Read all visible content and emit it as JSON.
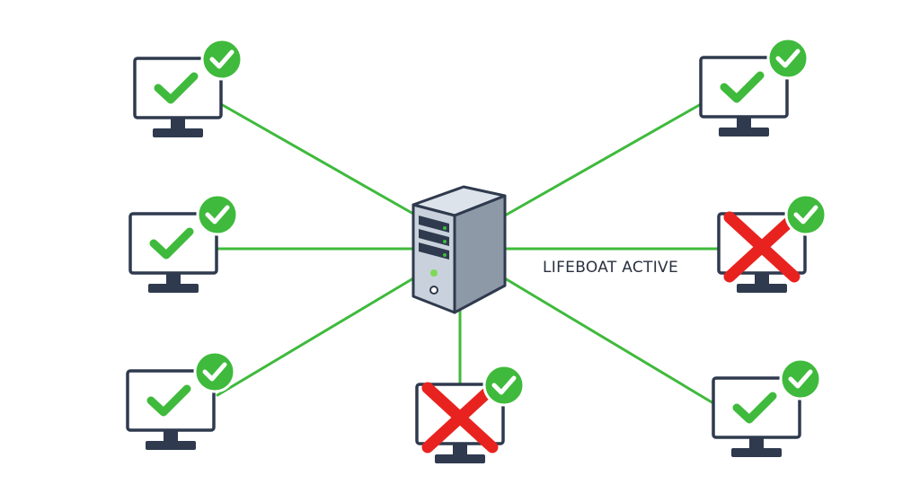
{
  "status": {
    "label": "LIFEBOAT ACTIVE"
  },
  "colors": {
    "link": "#3fba3c",
    "ok": "#3fba3c",
    "fail": "#e8231f",
    "outline": "#2f3a4e",
    "server_front": "#c9d2dc",
    "server_side": "#8e99a8"
  },
  "icons": {
    "server": "server-icon",
    "workstation": "monitor-icon",
    "ok_badge": "check-circle-icon",
    "fail_mark": "red-x-icon"
  },
  "workstations": [
    {
      "id": "top-left",
      "screen_state": "ok",
      "badge": "ok"
    },
    {
      "id": "middle-left",
      "screen_state": "ok",
      "badge": "ok"
    },
    {
      "id": "bottom-left",
      "screen_state": "ok",
      "badge": "ok"
    },
    {
      "id": "bottom-center",
      "screen_state": "fail",
      "badge": "ok"
    },
    {
      "id": "top-right",
      "screen_state": "ok",
      "badge": "ok"
    },
    {
      "id": "middle-right",
      "screen_state": "fail",
      "badge": "ok"
    },
    {
      "id": "bottom-right",
      "screen_state": "ok",
      "badge": "ok"
    }
  ]
}
